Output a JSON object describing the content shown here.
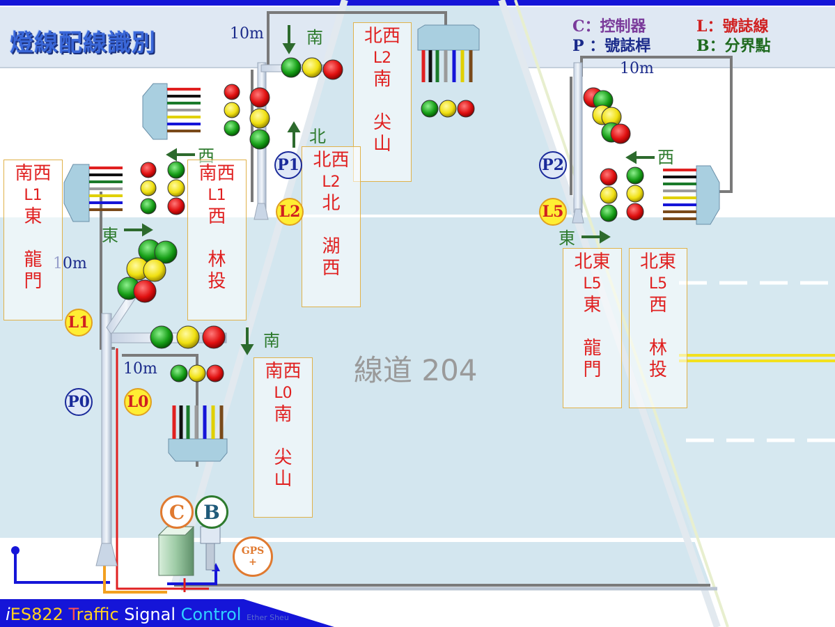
{
  "title": "燈線配線識別",
  "legend": {
    "c": "C：控制器",
    "p": "P ：號誌桿",
    "l": "L：號誌線",
    "b": "B：分界點"
  },
  "distances": {
    "top_left": "10m",
    "top_right": "10m",
    "mid_left": "10m",
    "bottom_left": "10m"
  },
  "directions": {
    "south_top": "南",
    "north": "北",
    "west_left": "西",
    "east_left": "東",
    "south_bottom": "南",
    "west_right": "西",
    "east_right": "東"
  },
  "poles": [
    "P0",
    "P1",
    "P2"
  ],
  "lines": [
    "L0",
    "L1",
    "L2",
    "L5"
  ],
  "label_boxes": [
    [
      "北西",
      "L2",
      "南",
      "",
      "尖",
      "山"
    ],
    [
      "北西",
      "L2",
      "北",
      "",
      "湖",
      "西"
    ],
    [
      "南西",
      "L1",
      "東",
      "",
      "龍",
      "門"
    ],
    [
      "南西",
      "L1",
      "西",
      "",
      "林",
      "投"
    ],
    [
      "南西",
      "L0",
      "南",
      "",
      "尖",
      "山"
    ],
    [
      "北東",
      "L5",
      "東",
      "",
      "龍",
      "門"
    ],
    [
      "北東",
      "L5",
      "西",
      "",
      "林",
      "投"
    ]
  ],
  "road": "線道 204",
  "controller": "C",
  "boundary": "B",
  "gps": "GPS",
  "gps_plus": "+",
  "footer": {
    "i": "i",
    "model": "ES822",
    "t": "T",
    "raffic": "raffic",
    "signal": "Signal",
    "control": "Control",
    "author": "Ether Sheu"
  },
  "colors": {
    "accent": "#1010d0",
    "label_red": "#e02020",
    "box_border": "#e0b24a",
    "road": "#dcebf3"
  }
}
